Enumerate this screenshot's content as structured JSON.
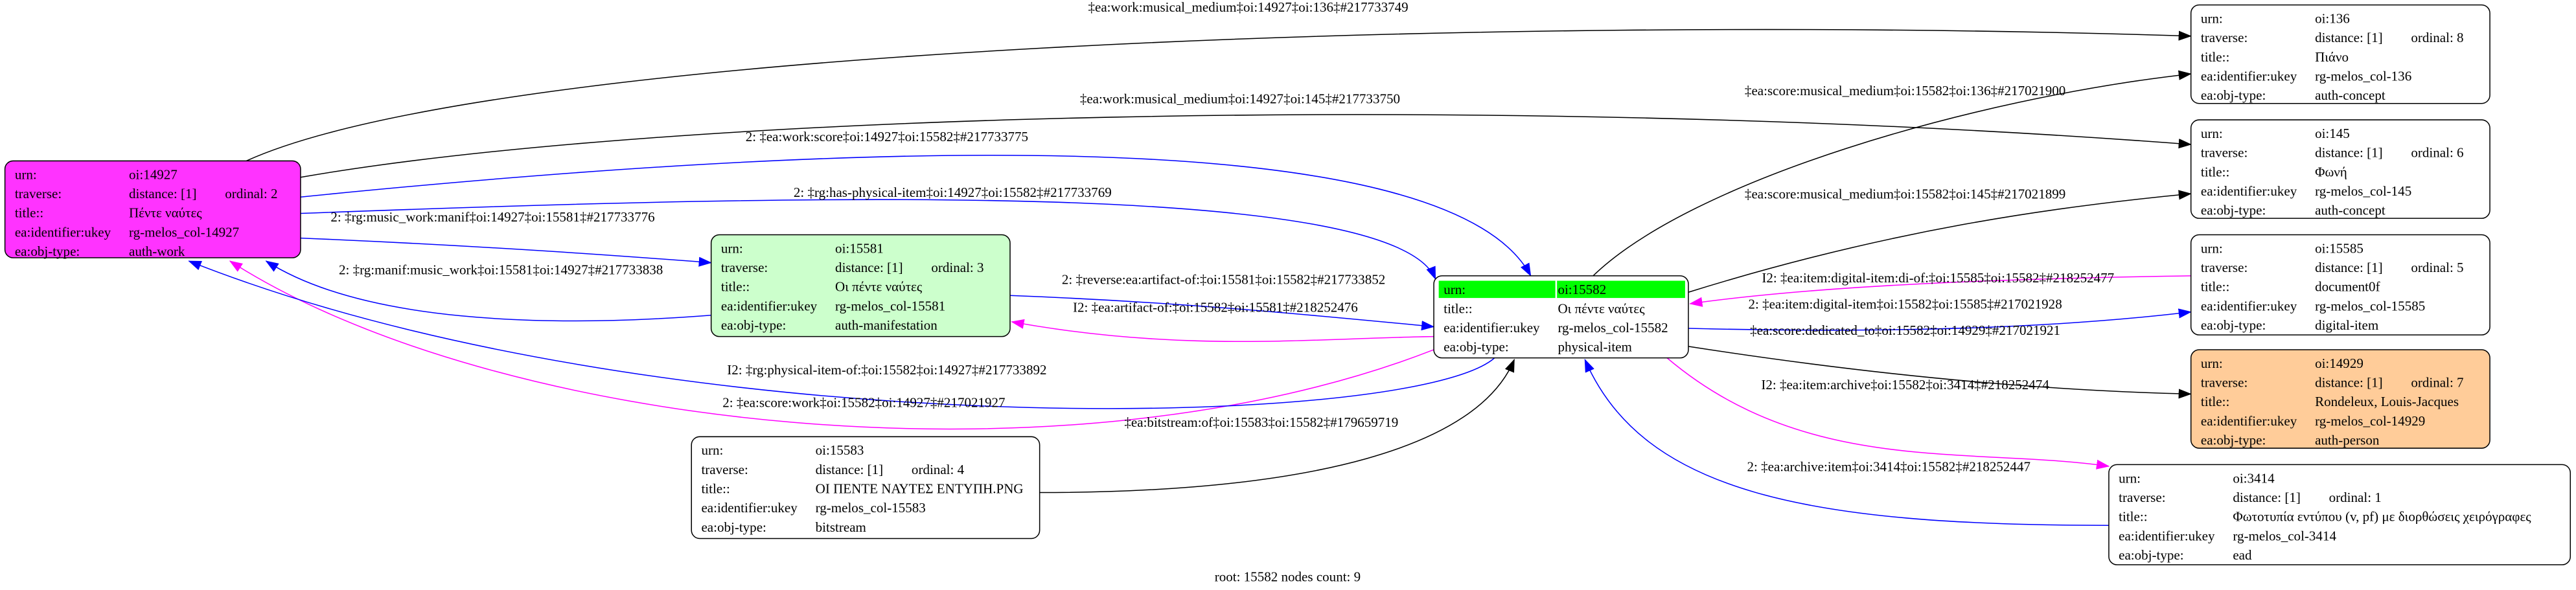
{
  "field_labels": {
    "urn": "urn:",
    "traverse": "traverse:",
    "title": "title::",
    "ukey": "ea:identifier:ukey",
    "obj_type": "ea:obj-type:"
  },
  "colors": {
    "auth_work": "#ff33ff",
    "auth_manifestation": "#ccffcc",
    "auth_person": "#ffcc99",
    "root_highlight": "#00ff00",
    "default": "#ffffff",
    "edge_black": "#000000",
    "edge_blue": "#0000ff",
    "edge_magenta": "#ff00ff"
  },
  "nodes": [
    {
      "id": "14927",
      "urn": "oi:14927",
      "distance": "distance: [1]",
      "ordinal": "ordinal: 2",
      "title": "Πέντε ναύτες",
      "ukey": "rg-melos_col-14927",
      "obj_type": "auth-work",
      "fill": "#ff33ff"
    },
    {
      "id": "15581",
      "urn": "oi:15581",
      "distance": "distance: [1]",
      "ordinal": "ordinal: 3",
      "title": "Οι πέντε ναύτες",
      "ukey": "rg-melos_col-15581",
      "obj_type": "auth-manifestation",
      "fill": "#ccffcc"
    },
    {
      "id": "15582",
      "urn": "oi:15582",
      "title": "Οι πέντε ναύτες",
      "ukey": "rg-melos_col-15582",
      "obj_type": "physical-item",
      "fill": "#ffffff",
      "root": true
    },
    {
      "id": "15583",
      "urn": "oi:15583",
      "distance": "distance: [1]",
      "ordinal": "ordinal: 4",
      "title": "ΟΙ ΠΕΝΤΕ ΝΑΥΤΕΣ ΕΝΤΥΠΗ.PNG",
      "ukey": "rg-melos_col-15583",
      "obj_type": "bitstream",
      "fill": "#ffffff"
    },
    {
      "id": "136",
      "urn": "oi:136",
      "distance": "distance: [1]",
      "ordinal": "ordinal: 8",
      "title": "Πιάνο",
      "ukey": "rg-melos_col-136",
      "obj_type": "auth-concept",
      "fill": "#ffffff"
    },
    {
      "id": "145",
      "urn": "oi:145",
      "distance": "distance: [1]",
      "ordinal": "ordinal: 6",
      "title": "Φωνή",
      "ukey": "rg-melos_col-145",
      "obj_type": "auth-concept",
      "fill": "#ffffff"
    },
    {
      "id": "15585",
      "urn": "oi:15585",
      "distance": "distance: [1]",
      "ordinal": "ordinal: 5",
      "title": "document0f",
      "ukey": "rg-melos_col-15585",
      "obj_type": "digital-item",
      "fill": "#ffffff"
    },
    {
      "id": "14929",
      "urn": "oi:14929",
      "distance": "distance: [1]",
      "ordinal": "ordinal: 7",
      "title": "Rondeleux, Louis-Jacques",
      "ukey": "rg-melos_col-14929",
      "obj_type": "auth-person",
      "fill": "#ffcc99"
    },
    {
      "id": "3414",
      "urn": "oi:3414",
      "distance": "distance: [1]",
      "ordinal": "ordinal: 1",
      "title": "Φωτοτυπία εντύπου (v, pf) με διορθώσεις χειρόγραφες",
      "ukey": "rg-melos_col-3414",
      "obj_type": "ead",
      "fill": "#ffffff"
    }
  ],
  "edges": [
    {
      "from": "14927",
      "to": "136",
      "color": "black",
      "label": "‡ea:work:musical_medium‡oi:14927‡oi:136‡#217733749"
    },
    {
      "from": "14927",
      "to": "145",
      "color": "black",
      "label": "‡ea:work:musical_medium‡oi:14927‡oi:145‡#217733750"
    },
    {
      "from": "14927",
      "to": "15582",
      "color": "blue",
      "label": "2: ‡ea:work:score‡oi:14927‡oi:15582‡#217733775"
    },
    {
      "from": "14927",
      "to": "15582",
      "color": "blue",
      "label": "2: ‡rg:has-physical-item‡oi:14927‡oi:15582‡#217733769"
    },
    {
      "from": "14927",
      "to": "15581",
      "color": "blue",
      "label": "2: ‡rg:music_work:manif‡oi:14927‡oi:15581‡#217733776"
    },
    {
      "from": "15581",
      "to": "14927",
      "color": "blue",
      "label": "2: ‡rg:manif:music_work‡oi:15581‡oi:14927‡#217733838"
    },
    {
      "from": "15581",
      "to": "15582",
      "color": "blue",
      "label": "2: ‡reverse:ea:artifact-of:‡oi:15581‡oi:15582‡#217733852"
    },
    {
      "from": "15582",
      "to": "15581",
      "color": "magenta",
      "label": "I2: ‡ea:artifact-of:‡oi:15582‡oi:15581‡#218252476"
    },
    {
      "from": "15582",
      "to": "14927",
      "color": "magenta",
      "label": "I2: ‡rg:physical-item-of:‡oi:15582‡oi:14927‡#217733892"
    },
    {
      "from": "15582",
      "to": "14927",
      "color": "blue",
      "label": "2: ‡ea:score:work‡oi:15582‡oi:14927‡#217021927"
    },
    {
      "from": "15583",
      "to": "15582",
      "color": "black",
      "label": "‡ea:bitstream:of‡oi:15583‡oi:15582‡#179659719"
    },
    {
      "from": "15582",
      "to": "136",
      "color": "black",
      "label": "‡ea:score:musical_medium‡oi:15582‡oi:136‡#217021900"
    },
    {
      "from": "15582",
      "to": "145",
      "color": "black",
      "label": "‡ea:score:musical_medium‡oi:15582‡oi:145‡#217021899"
    },
    {
      "from": "15585",
      "to": "15582",
      "color": "magenta",
      "label": "I2: ‡ea:item:digital-item:di-of:‡oi:15585‡oi:15582‡#218252477"
    },
    {
      "from": "15582",
      "to": "15585",
      "color": "blue",
      "label": "2: ‡ea:item:digital-item‡oi:15582‡oi:15585‡#217021928"
    },
    {
      "from": "15582",
      "to": "14929",
      "color": "black",
      "label": "‡ea:score:dedicated_to‡oi:15582‡oi:14929‡#217021921"
    },
    {
      "from": "15582",
      "to": "3414",
      "color": "magenta",
      "label": "I2: ‡ea:item:archive‡oi:15582‡oi:3414‡#218252474"
    },
    {
      "from": "3414",
      "to": "15582",
      "color": "blue",
      "label": "2: ‡ea:archive:item‡oi:3414‡oi:15582‡#218252447"
    }
  ],
  "footer": "root: 15582 nodes count: 9"
}
